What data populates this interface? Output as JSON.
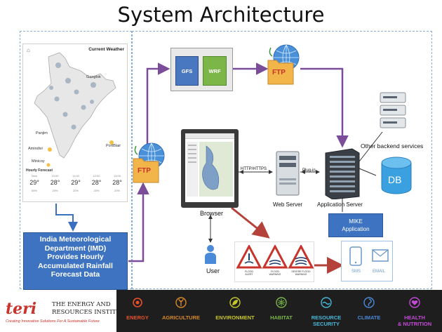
{
  "title": "System Architecture",
  "weather": {
    "heading": "Current Weather",
    "cities": {
      "gangtok": "Gangtok",
      "panjim": "Panjim",
      "amindivi": "Amindivi",
      "minicoy": "Minicoy",
      "portblair": "PortBlair"
    },
    "hourly_title": "Hourly Forecast",
    "hourly": [
      {
        "time": "Now",
        "temp": "29°",
        "pct": "55%"
      },
      {
        "time": "10:00",
        "temp": "28°",
        "pct": "20%"
      },
      {
        "time": "11:00",
        "temp": "29°",
        "pct": "20%"
      },
      {
        "time": "12:00",
        "temp": "28°",
        "pct": "20%"
      },
      {
        "time": "13:00",
        "temp": "28°",
        "pct": "20%"
      }
    ]
  },
  "imd": {
    "line1": "India Meteorological",
    "line2": "Department (IMD)",
    "line3": "Provides Hourly",
    "line4": "Accumulated Rainfall",
    "line5": "Forecast Data"
  },
  "models": {
    "gfs": "GFS",
    "wrf": "WRF"
  },
  "ftp_label": "FTP",
  "labels": {
    "other_backend": "Other backend services",
    "db": "DB",
    "web_server": "Web Server",
    "app_server": "Application Server",
    "browser": "Browser",
    "user": "User",
    "http": "HTTP/HTTPS",
    "plugin": "Plug-in",
    "mike_line1": "MIKE",
    "mike_line2": "Application"
  },
  "alerts": [
    {
      "label1": "FLOOD",
      "label2": "ALERT"
    },
    {
      "label1": "FLOOD",
      "label2": "WARNING"
    },
    {
      "label1": "SEVERE FLOOD",
      "label2": "WARNING"
    }
  ],
  "notify": {
    "sms": "SMS",
    "email": "EMAIL"
  },
  "org": {
    "logo": "teri",
    "line1": "The Energy and",
    "line2": "Resources Institute",
    "tagline": "Creating Innovative Solutions For A Sustainable Future"
  },
  "themes": [
    {
      "name": "ENERGY",
      "color": "#e8512a"
    },
    {
      "name": "AGRICULTURE",
      "color": "#d7892a"
    },
    {
      "name": "ENVIRONMENT",
      "color": "#c6c52c"
    },
    {
      "name": "HABITAT",
      "color": "#7ab648"
    },
    {
      "name": "RESOURCE",
      "name2": "SECURITY",
      "color": "#48b8d8"
    },
    {
      "name": "CLIMATE",
      "color": "#4a8ad8"
    },
    {
      "name": "HEALTH",
      "name2": "& NUTRITION",
      "color": "#c44ad8"
    }
  ]
}
